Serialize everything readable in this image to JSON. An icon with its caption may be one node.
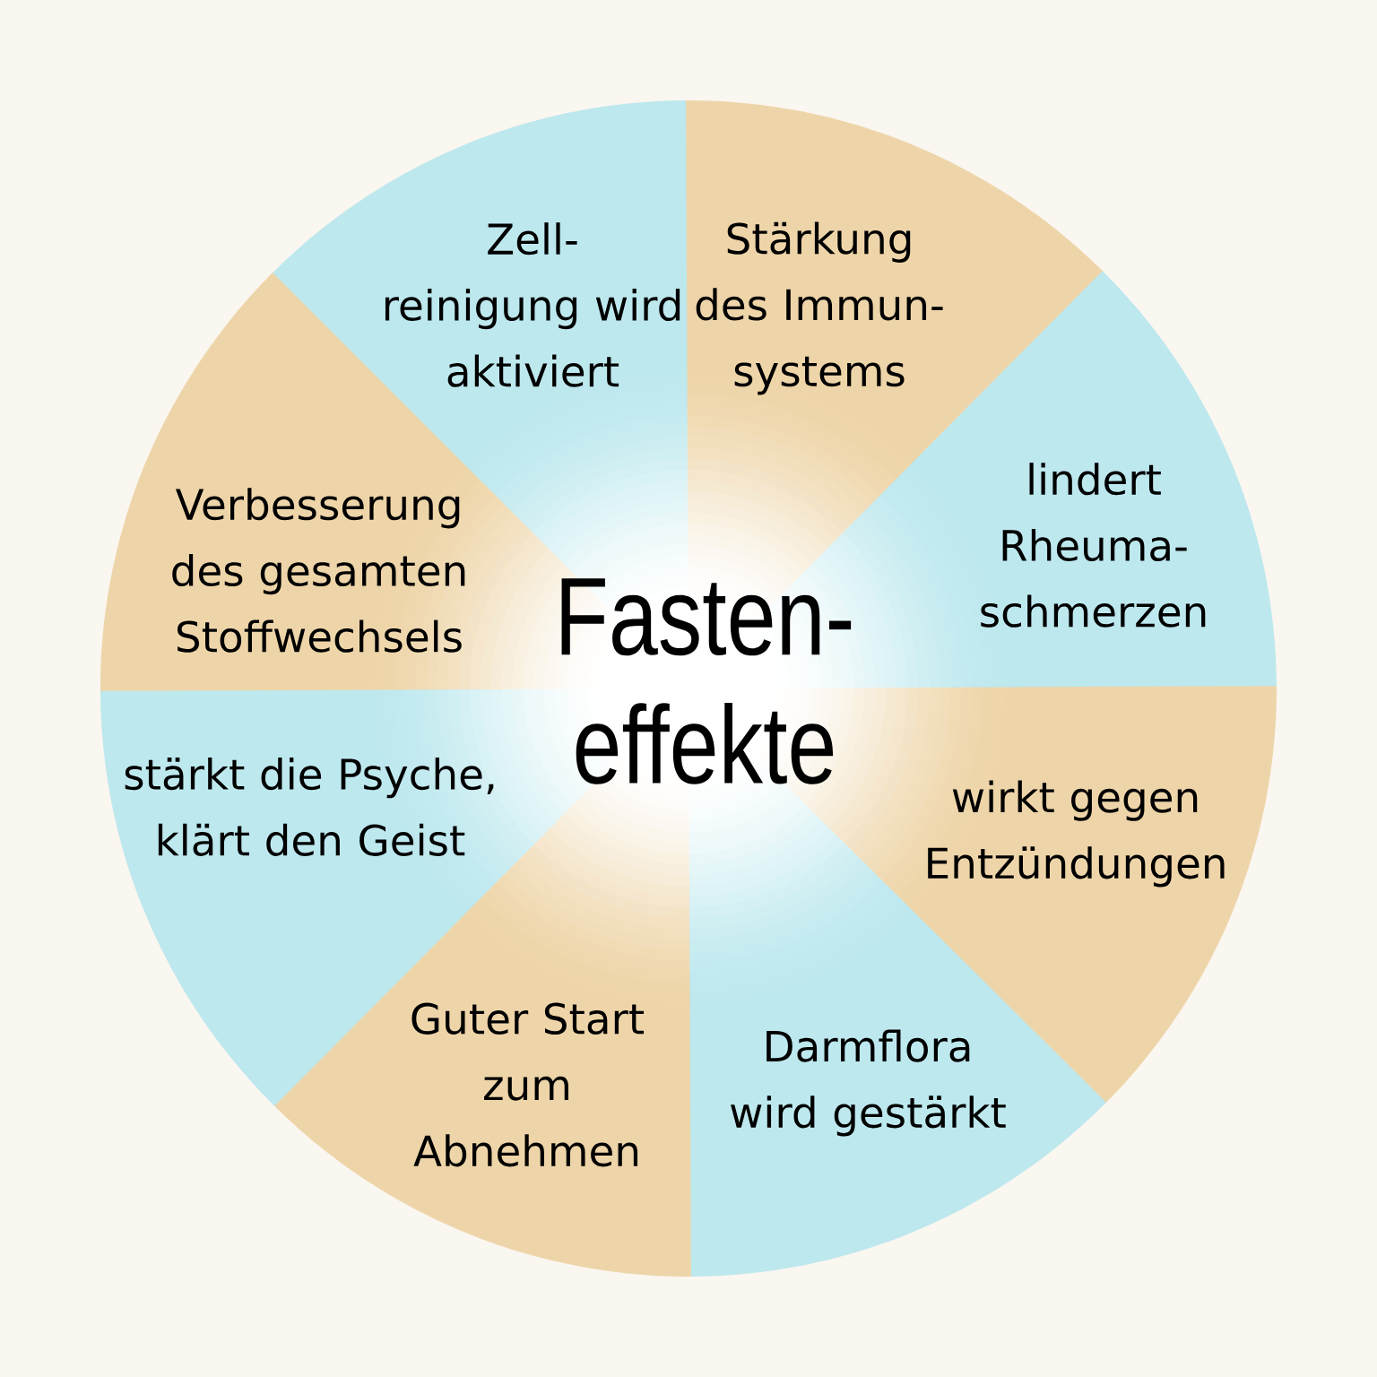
{
  "diagram": {
    "title": "Fasten- effekte",
    "nodes": [
      {
        "text": [
          "Zell- reinigung wird aktiviert"
        ]
      },
      {
        "text": [
          "Stärkung des Immun- systems"
        ]
      },
      {
        "text": [
          "lindert Rheuma- schmerzen"
        ]
      },
      {
        "text": [
          "wirkt gegen Entzündungen"
        ]
      },
      {
        "text": [
          "Darmflora wird gestärkt"
        ]
      },
      {
        "text": [
          "Guter Start zum Abnehmen"
        ]
      },
      {
        "text": [
          "stärkt die Psyche, klärt den Geist"
        ]
      },
      {
        "text": [
          "Verbesserung des gesamten Stoffwechsels"
        ]
      }
    ]
  }
}
